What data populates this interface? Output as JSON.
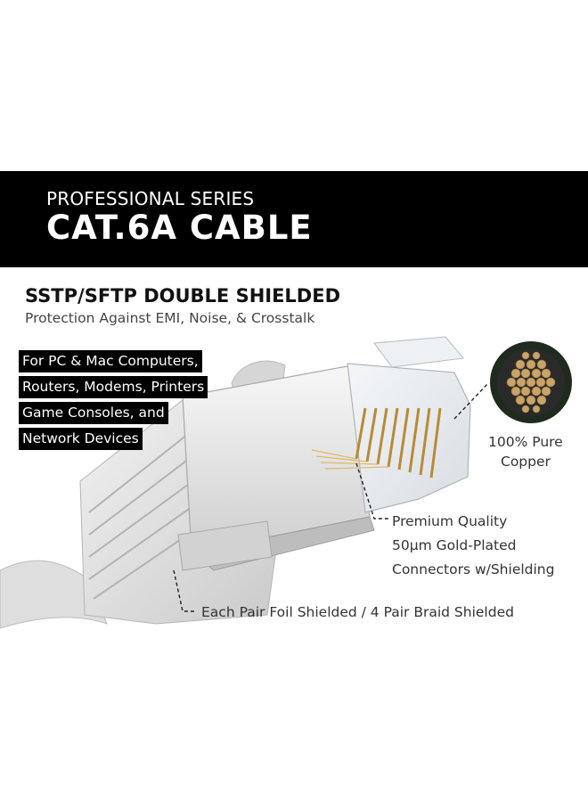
{
  "banner": {
    "subtitle": "PROFESSIONAL SERIES",
    "title": "CAT.6A CABLE"
  },
  "headline": {
    "title": "SSTP/SFTP DOUBLE SHIELDED",
    "subtitle": "Protection Against EMI, Noise, & Crosstalk"
  },
  "features": [
    "For PC & Mac Computers,",
    "Routers, Modems, Printers",
    "Game Consoles, and",
    "Network Devices"
  ],
  "callouts": {
    "copper_line1": "100% Pure",
    "copper_line2": "Copper",
    "connector_line1": "Premium Quality",
    "connector_line2": "50µm Gold-Plated",
    "connector_line3": "Connectors w/Shielding",
    "shielding": "Each Pair Foil Shielded / 4 Pair Braid Shielded"
  },
  "colors": {
    "banner": "#000000",
    "cable": "#e8e8e8",
    "copper": "#c9a46a",
    "gold_pins": "#d4a24a"
  }
}
